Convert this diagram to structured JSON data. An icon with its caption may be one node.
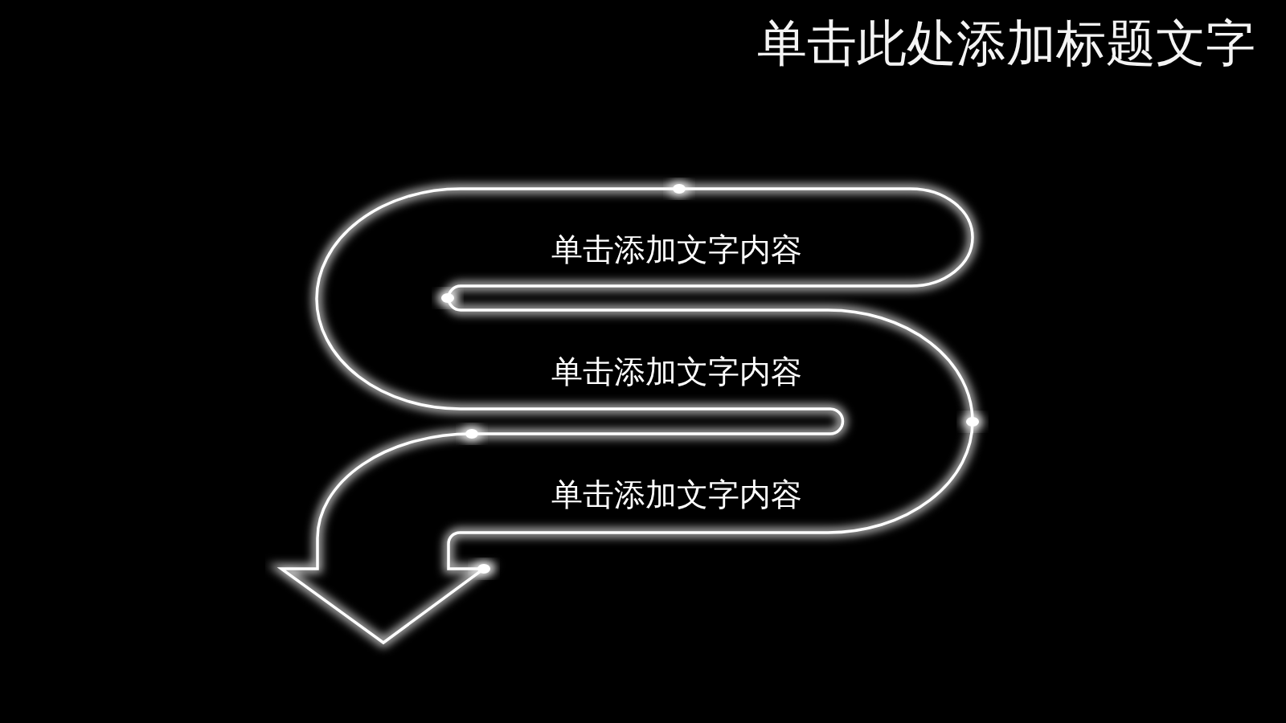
{
  "diagram": {
    "title": "单击此处添加标题文字",
    "nodes": [
      {
        "text": [
          "单击添加文字内容",
          "单击添加文字内容",
          "单击添加文字内容"
        ]
      }
    ]
  }
}
